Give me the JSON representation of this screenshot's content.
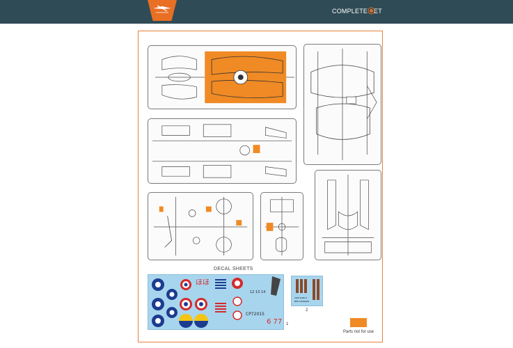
{
  "header": {
    "title": "COMPLETE SET",
    "bg_color": "#2f4b56",
    "accent_color": "#e86f24",
    "logo_icon": "aircraft-logo-icon"
  },
  "content": {
    "decal_title": "DECAL SHEETS",
    "decal_sheet_1_number": "1",
    "decal_sheet_2_number": "2",
    "legend_label": "Parts not for use",
    "legend_color": "#f08a24"
  }
}
